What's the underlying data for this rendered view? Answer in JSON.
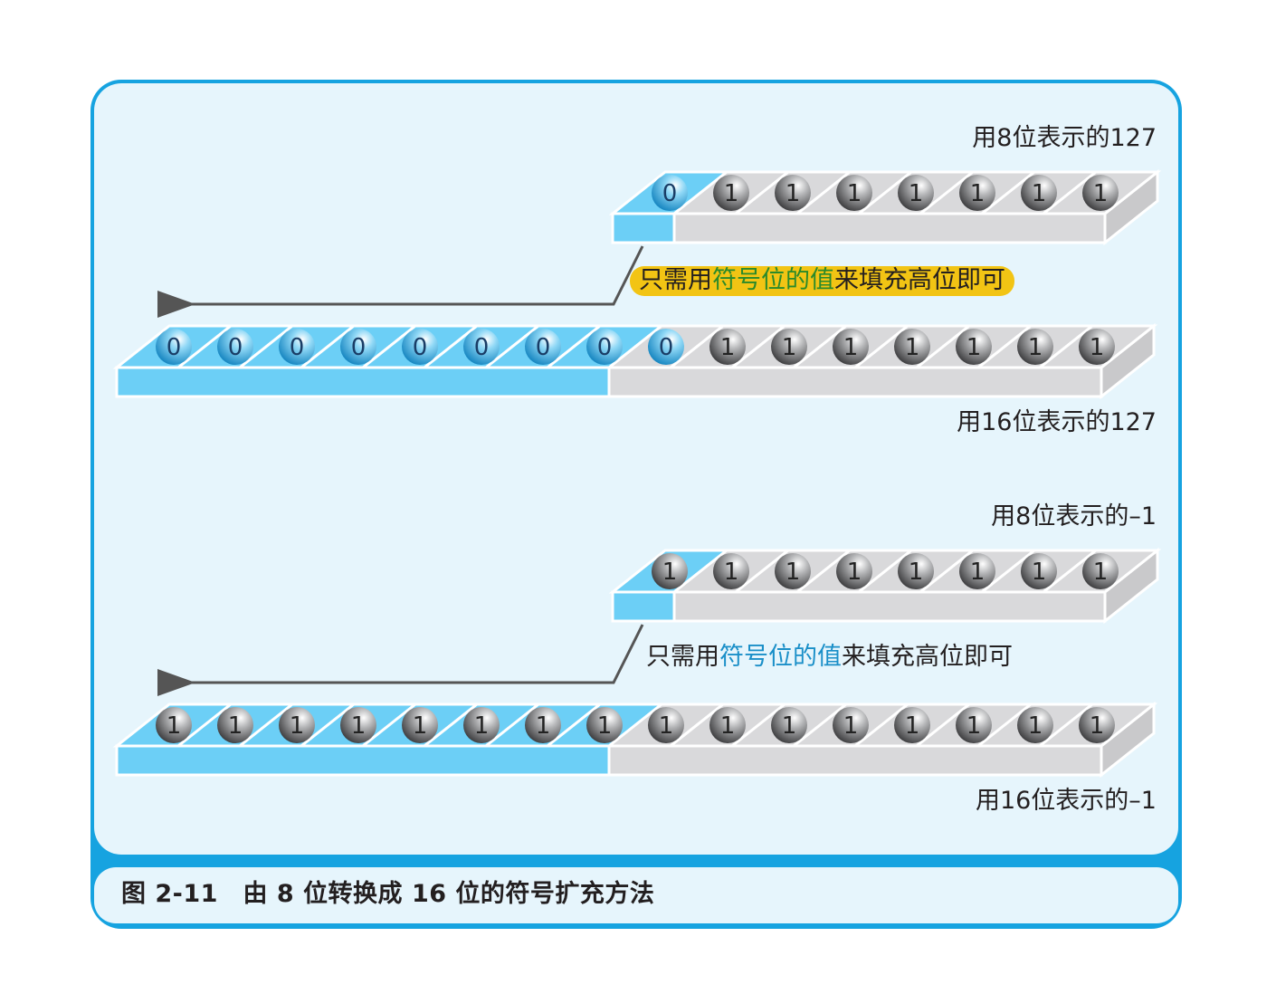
{
  "panel": {
    "frame_color": "#16a3e0",
    "background_color": "#e6f5fc"
  },
  "caption": "图 2-11　由 8 位转换成 16 位的符号扩充方法",
  "examples": [
    {
      "label8": "用8位表示的127",
      "bits8": [
        "0",
        "1",
        "1",
        "1",
        "1",
        "1",
        "1",
        "1"
      ],
      "note": {
        "prefix": "只需用",
        "emphasis": "符号位的值",
        "suffix": "来填充高位即可",
        "highlighted": true
      },
      "label16": "用16位表示的127",
      "bits16": [
        "0",
        "0",
        "0",
        "0",
        "0",
        "0",
        "0",
        "0",
        "0",
        "1",
        "1",
        "1",
        "1",
        "1",
        "1",
        "1"
      ]
    },
    {
      "label8": "用8位表示的–1",
      "bits8": [
        "1",
        "1",
        "1",
        "1",
        "1",
        "1",
        "1",
        "1"
      ],
      "note": {
        "prefix": "只需用",
        "emphasis": "符号位的值",
        "suffix": "来填充高位即可",
        "highlighted": false
      },
      "label16": "用16位表示的–1",
      "bits16": [
        "1",
        "1",
        "1",
        "1",
        "1",
        "1",
        "1",
        "1",
        "1",
        "1",
        "1",
        "1",
        "1",
        "1",
        "1",
        "1"
      ]
    }
  ],
  "colors": {
    "sign_cell": "#6ccff6",
    "gray_cell": "#d9d9db",
    "ball_zero": "#4fb8e8",
    "ball_one": "#6d6e71",
    "arrow": "#555555",
    "highlight": "#f2c414"
  }
}
